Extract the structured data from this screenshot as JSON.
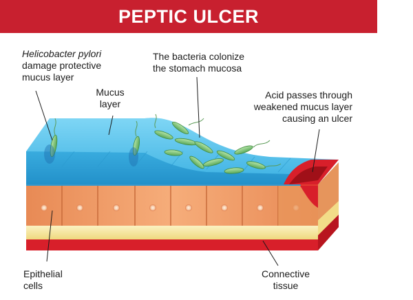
{
  "title": "PEPTIC ULCER",
  "labels": {
    "hpylori": {
      "line1_italic": "Helicobacter pylori",
      "line2": "damage protective",
      "line3": "mucus layer"
    },
    "bacteria": {
      "line1": "The bacteria colonize",
      "line2": "the stomach mucosa"
    },
    "mucus": {
      "line1": "Mucus",
      "line2": "layer"
    },
    "acid": {
      "line1": "Acid passes through",
      "line2": "weakened mucus layer",
      "line3": "causing an ulcer"
    },
    "epithelial": {
      "line1": "Epithelial",
      "line2": "cells"
    },
    "connective": {
      "line1": "Connective",
      "line2": "tissue"
    }
  },
  "colors": {
    "banner": "#c8202f",
    "mucus": "#3cb6e6",
    "cells": "#f2a06a",
    "nucleus": "#f5d6b8",
    "connective": "#f5e7a0",
    "tissue_red": "#d81f2a",
    "bacteria": "#7fc77c"
  }
}
